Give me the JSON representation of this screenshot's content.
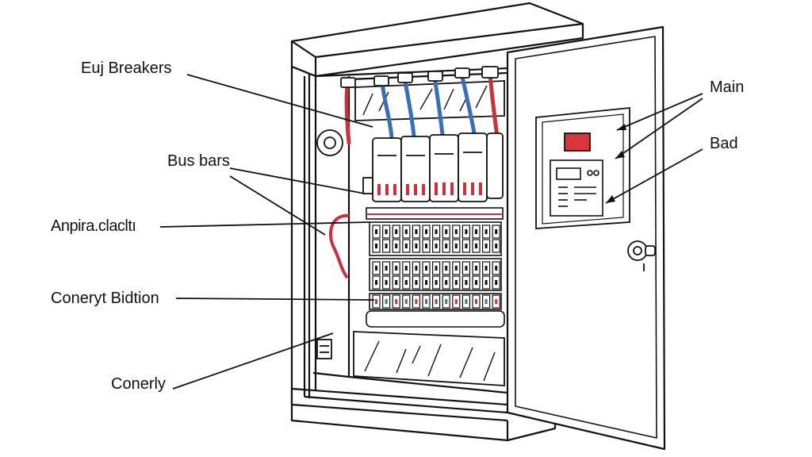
{
  "labels": {
    "euj_breakers": "Euj Breakers",
    "bus_bars": "Bus bars",
    "anpira": "Anpira.clacltı",
    "conery_bidtion": "Coneryt Bidtion",
    "conerly": "Conerly",
    "main": "Main",
    "bad": "Bad"
  },
  "colors": {
    "ink": "#111111",
    "wire_blue": "#3a6fb5",
    "wire_red": "#c8323a",
    "indicator_red": "#d8363c",
    "panel_fill": "#ffffff"
  }
}
